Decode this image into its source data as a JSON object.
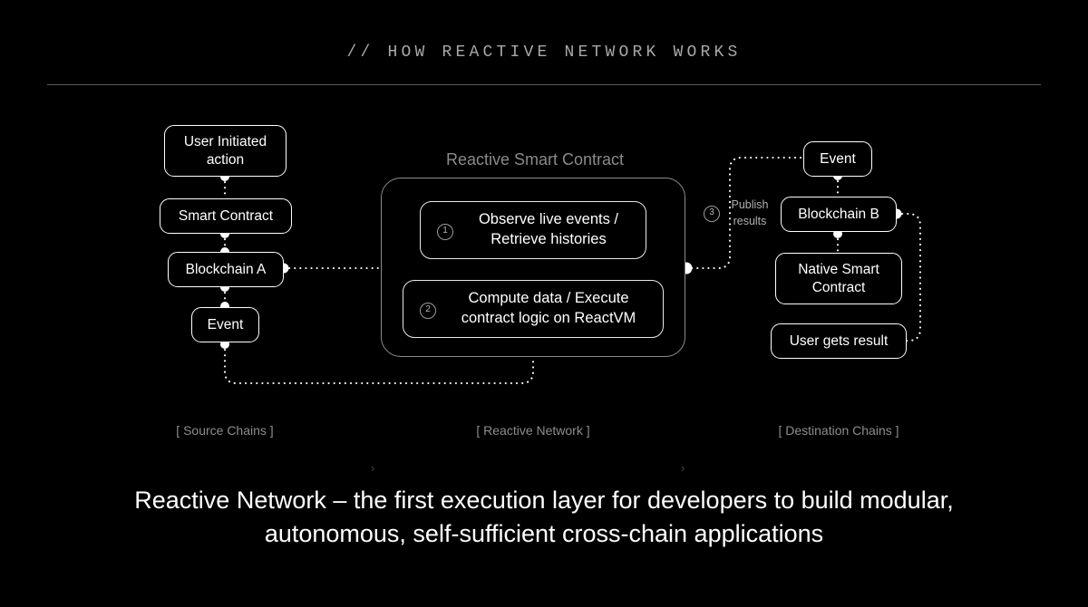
{
  "header": {
    "kicker": "// HOW REACTIVE NETWORK WORKS"
  },
  "diagram": {
    "source_chain_nodes": [
      {
        "label": "User Initiated action"
      },
      {
        "label": "Smart Contract"
      },
      {
        "label": "Blockchain A"
      },
      {
        "label": "Event"
      }
    ],
    "center": {
      "title": "Reactive Smart Contract",
      "steps": [
        {
          "number": "1",
          "label": "Observe live events / Retrieve histories"
        },
        {
          "number": "2",
          "label": "Compute data / Execute contract logic on ReactVM"
        }
      ]
    },
    "publish": {
      "number": "3",
      "line1": "Publish",
      "line2": "results"
    },
    "destination_chain_nodes": [
      {
        "label": "Event"
      },
      {
        "label": "Blockchain B"
      },
      {
        "label": "Native Smart Contract"
      },
      {
        "label": "User gets result"
      }
    ],
    "section_labels": [
      {
        "label": "[ Source Chains ]"
      },
      {
        "label": "[ Reactive Network ]"
      },
      {
        "label": "[ Destination Chains ]"
      }
    ],
    "chevrons": [
      {
        "glyph": "›"
      },
      {
        "glyph": "›"
      }
    ]
  },
  "caption": {
    "line1": "Reactive Network – the first execution layer for developers to build modular,",
    "line2": "autonomous, self-sufficient cross-chain applications"
  },
  "colors": {
    "background": "#000000",
    "node_border": "#ffffff",
    "panel_border": "#8d8d8d",
    "muted_text": "#8d8d8d",
    "rule": "#5a5a5a"
  }
}
